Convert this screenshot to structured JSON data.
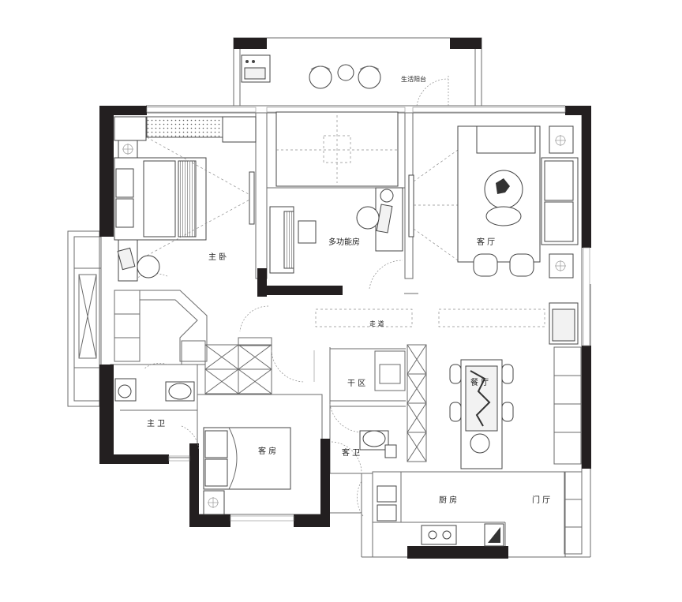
{
  "plan": {
    "rooms": {
      "living_balcony": "生活阳台",
      "master_bedroom": "主 卧",
      "multi_function_room": "多功能房",
      "living_room": "客 厅",
      "corridor": "走 道",
      "dry_area": "干 区",
      "dining_room": "餐 厅",
      "master_bath": "主 卫",
      "guest_room": "客 房",
      "guest_bath": "客 卫",
      "kitchen": "厨 房",
      "entrance_hall": "门 厅"
    }
  }
}
